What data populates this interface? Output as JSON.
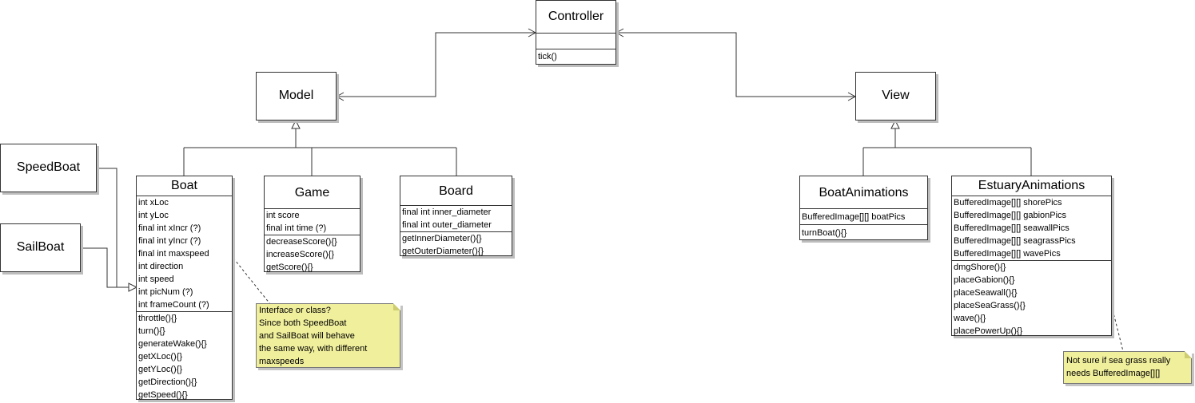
{
  "classes": {
    "controller": {
      "name": "Controller",
      "attributes": [],
      "methods": [
        "tick()"
      ]
    },
    "model": {
      "name": "Model"
    },
    "view": {
      "name": "View"
    },
    "speedboat": {
      "name": "SpeedBoat"
    },
    "sailboat": {
      "name": "SailBoat"
    },
    "boat": {
      "name": "Boat",
      "attributes": [
        "int xLoc",
        "int yLoc",
        "final int xIncr (?)",
        "final int yIncr (?)",
        "final int maxspeed",
        "int direction",
        "int speed",
        "int picNum (?)",
        "int frameCount (?)"
      ],
      "methods": [
        "throttle(){}",
        "turn(){}",
        "generateWake(){}",
        "getXLoc(){}",
        "getYLoc(){}",
        "getDirection(){}",
        "getSpeed(){}"
      ]
    },
    "game": {
      "name": "Game",
      "attributes": [
        "int score",
        "final int time (?)"
      ],
      "methods": [
        "decreaseScore(){}",
        "increaseScore(){}",
        "getScore(){}"
      ]
    },
    "board": {
      "name": "Board",
      "attributes": [
        "final int inner_diameter",
        "final int outer_diameter"
      ],
      "methods": [
        "getInnerDiameter(){}",
        "getOuterDiameter(){}"
      ]
    },
    "boatanimations": {
      "name": "BoatAnimations",
      "attributes": [
        "BufferedImage[][] boatPics"
      ],
      "methods": [
        "turnBoat(){}"
      ]
    },
    "estuaryanimations": {
      "name": "EstuaryAnimations",
      "attributes": [
        "BufferedImage[][] shorePics",
        "BufferedImage[][] gabionPics",
        "BufferedImage[][] seawallPics",
        "BufferedImage[][] seagrassPics",
        "BufferedImage[][] wavePics"
      ],
      "methods": [
        "dmgShore(){}",
        "placeGabion(){}",
        "placeSeawall(){}",
        "placeSeaGrass(){}",
        "wave(){}",
        "placePowerUp(){}"
      ]
    }
  },
  "notes": {
    "boat_note": [
      "Interface or class?",
      "Since both SpeedBoat",
      "and SailBoat will behave",
      "the same way, with different",
      "maxspeeds"
    ],
    "estuary_note": [
      "Not sure if sea grass really",
      "needs BufferedImage[][]"
    ]
  },
  "colors": {
    "note_fill": "#f0ef9c",
    "border": "#333333",
    "shadow": "#bdbdbd"
  }
}
